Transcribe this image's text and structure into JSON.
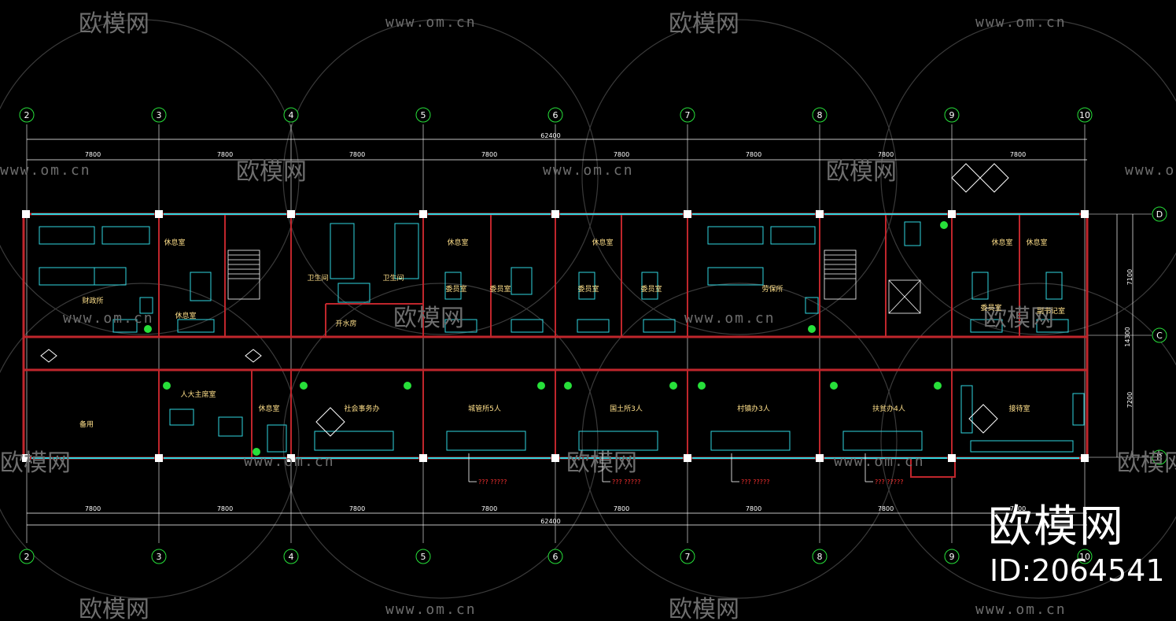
{
  "watermark": {
    "logo_text": "欧模网",
    "url_text": "www.om.cn"
  },
  "brand": {
    "title": "欧模网",
    "id_label": "ID:2064541"
  },
  "drawing": {
    "axis_columns": [
      "2",
      "3",
      "4",
      "5",
      "6",
      "7",
      "8",
      "9",
      "10"
    ],
    "axis_rows": [
      "D",
      "C",
      "B"
    ],
    "top_total_dim": "62400",
    "bottom_total_dim": "62400",
    "bay_dims_top": [
      "7800",
      "7800",
      "7800",
      "7800",
      "7800",
      "7800",
      "7800",
      "7800"
    ],
    "bay_dims_bottom": [
      "7800",
      "7800",
      "7800",
      "7800",
      "7800",
      "7800",
      "7800",
      "7800"
    ],
    "right_dims": [
      "7100",
      "14300",
      "7200"
    ],
    "notes": [
      "??? ?????",
      "??? ?????",
      "??? ?????",
      "??? ?????"
    ],
    "rooms_top": [
      "财政所",
      "休息室",
      "卫生间",
      "卫生间",
      "开水房",
      "委员室",
      "委员室",
      "委员室",
      "委员室",
      "劳保所",
      "委员室",
      "副书记室"
    ],
    "rooms_top_rest": [
      "休息室",
      "休息室",
      "休息室",
      "休息室",
      "休息室"
    ],
    "rooms_bottom": [
      "备用",
      "人大主席室",
      "休息室",
      "社会事务办",
      "城管所5人",
      "国土所3人",
      "村镇办3人",
      "扶贫办4人",
      "接待室"
    ]
  },
  "colors": {
    "background": "#000000",
    "wall": "#c0262c",
    "furniture": "#2fd6e0",
    "axis": "#ffffff",
    "plant": "#27e03a",
    "watermark": "#6e6e6e"
  }
}
